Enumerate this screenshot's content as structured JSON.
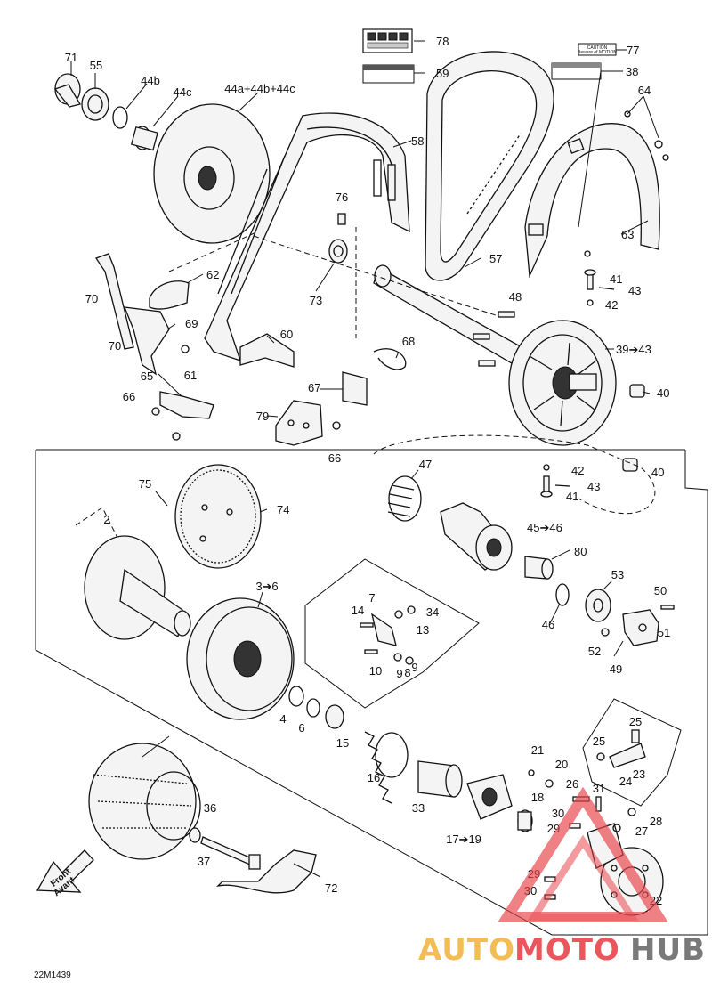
{
  "callouts": {
    "c71": "71",
    "c55": "55",
    "c44b": "44b",
    "c44c": "44c",
    "c44abc": "44a+44b+44c",
    "c78": "78",
    "c59": "59",
    "c77": "77",
    "c38": "38",
    "c64": "64",
    "c58": "58",
    "c76": "76",
    "c73": "73",
    "c57": "57",
    "c63": "63",
    "c62": "62",
    "c70a": "70",
    "c69": "69",
    "c70b": "70",
    "c61": "61",
    "c60": "60",
    "c41a": "41",
    "c43a": "43",
    "c42a": "42",
    "c48": "48",
    "c68": "68",
    "c39": "39➔43",
    "c40a": "40",
    "c65": "65",
    "c66a": "66",
    "c67": "67",
    "c79": "79",
    "c66b": "66",
    "c47": "47",
    "c42b": "42",
    "c43b": "43",
    "c40b": "40",
    "c41b": "41",
    "c75": "75",
    "c74": "74",
    "c2": "2",
    "c4546": "45➔46",
    "c80": "80",
    "c53": "53",
    "c50": "50",
    "c36": "3➔6",
    "c7": "7",
    "c34": "34",
    "c14": "14",
    "c13": "13",
    "c46": "46",
    "c51": "51",
    "c52": "52",
    "c49": "49",
    "c10": "10",
    "c9a": "9",
    "c8": "8",
    "c9b": "9",
    "c4": "4",
    "c6": "6",
    "c15": "15",
    "c25a": "25",
    "c25b": "25",
    "c23": "23",
    "c21": "21",
    "c20": "20",
    "c26": "26",
    "c31": "31",
    "c24": "24",
    "c16": "16",
    "c18": "18",
    "c30a": "30",
    "c28": "28",
    "c29a": "29",
    "c27": "27",
    "c33": "33",
    "c1719": "17➔19",
    "c36b": "36",
    "c37": "37",
    "c29b": "29",
    "c30b": "30",
    "c22": "22",
    "c72": "72"
  },
  "front_label": {
    "line1": "Front",
    "line2": "Avant"
  },
  "drawing_code": "22M1439",
  "watermark": {
    "part1": "AUTO",
    "part2": "MOTO",
    "part3": "HUB"
  },
  "label77_text": {
    "line1": "CAUTION",
    "line2": "Beware of MOTION"
  },
  "colors": {
    "watermark_orange": "#f2b643",
    "watermark_grey": "#6b6b6b",
    "watermark_red": "#e8444a",
    "line": "#111111"
  }
}
